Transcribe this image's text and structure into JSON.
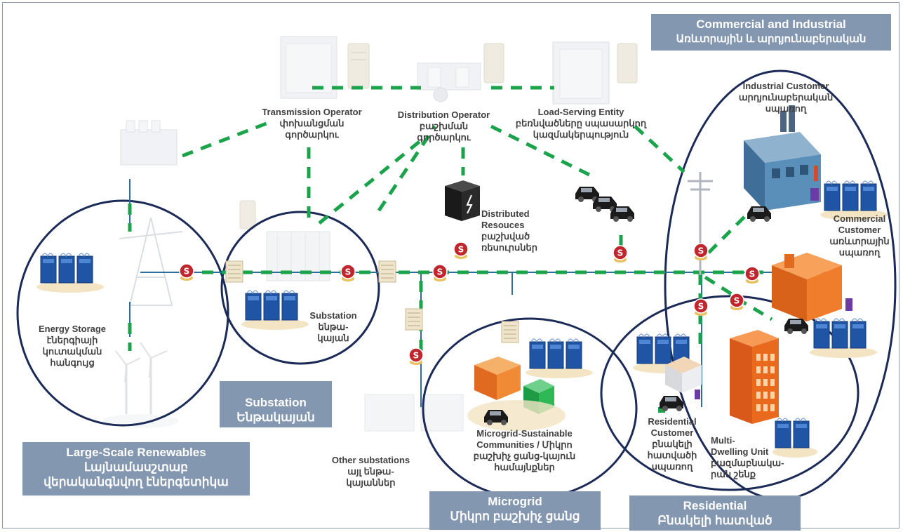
{
  "colors": {
    "dash_green": "#1aa34a",
    "bus_line": "#2f6e9a",
    "ring": "#1b2a57",
    "banner_bg": "#8497b0",
    "smart_meter": "#c0262d",
    "battery_blue": "#2055a6",
    "factory_blue": "#4a7ea6",
    "commercial_orange": "#e8781e",
    "tower_orange": "#ea6a1d"
  },
  "banners": {
    "commercial": {
      "line1": "Commercial and Industrial",
      "line2": "Առևտրային և արդյունաբերական"
    },
    "substation": {
      "line1": "Substation",
      "line2": "Ենթակայան"
    },
    "renewables": {
      "line1": "Large-Scale Renewables",
      "line2": "Լայնամասշտաբ",
      "line3": "վերականգնվող էներգետիկա"
    },
    "microgrid": {
      "line1": "Microgrid",
      "line2": "Միկրո բաշխիչ ցանց"
    },
    "residential": {
      "line1": "Residential",
      "line2": "Բնակելի հատված"
    }
  },
  "labels": {
    "transmission": [
      "Transmission Operator",
      "փոխանցման",
      "գործարկու"
    ],
    "distribution": [
      "Distribution Operator",
      "բաշխման",
      "գործարկու"
    ],
    "load_serving": [
      "Load-Serving Entity",
      "բեռնվածները սպասարկող",
      "կազմակերպություն"
    ],
    "industrial": [
      "Industrial Customer",
      "արդյունաբերական",
      "սպառող"
    ],
    "distributed": [
      "Distributed",
      "Resouces",
      "բաշխված",
      "ռեսուրսներ"
    ],
    "commercial_customer": [
      "Commercial",
      "Customer",
      "առևտրային",
      "սպառող"
    ],
    "energy_storage": [
      "Energy Storage",
      "էներգիայի",
      "կուտակման",
      "հանգույց"
    ],
    "substation": [
      "Substation",
      "ենթա-",
      "կայան"
    ],
    "microgrid_communities": [
      "Microgrid-Sustainable",
      "Communities / Միկրո",
      "բաշխիչ ցանց-կայուն",
      "համայնքներ"
    ],
    "other_substations": [
      "Other substations",
      "այլ ենթա-",
      "կայաններ"
    ],
    "residential_customer": [
      "Residential",
      "Customer",
      "բնակելի",
      "հատվածի",
      "սպառող"
    ],
    "multi_dwelling": [
      "Multi-",
      "Dwelling Unit",
      "բազմաբնակա-",
      "րան շենք"
    ]
  },
  "icons": {
    "smart_meter": "S"
  }
}
